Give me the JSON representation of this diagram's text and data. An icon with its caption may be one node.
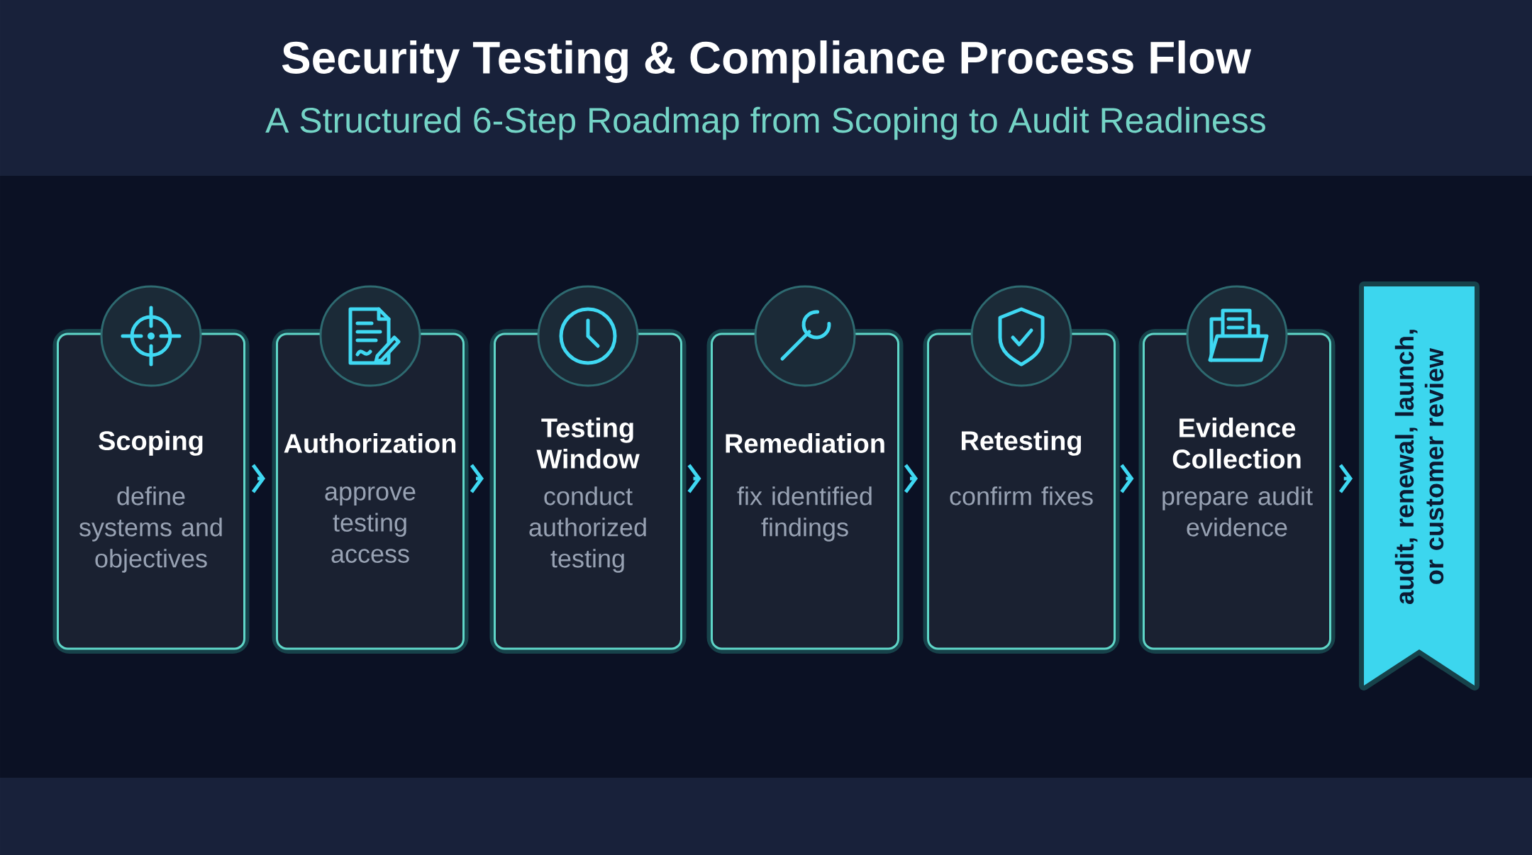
{
  "diagram": {
    "title": "Security Testing & Compliance Process Flow",
    "nodes": [
      {
        "text": [
          "Scoping",
          "define systems and objectives"
        ]
      },
      {
        "text": [
          "Authorization",
          "approve testing access"
        ]
      },
      {
        "text": [
          "Testing Window",
          "conduct authorized testing"
        ]
      },
      {
        "text": [
          "Remediation",
          "fix identified findings"
        ]
      },
      {
        "text": [
          "Retesting",
          "confirm fixes"
        ]
      },
      {
        "text": [
          "Evidence Collection",
          "prepare audit evidence"
        ]
      },
      {
        "text": [
          "audit, renewal, launch, or customer review"
        ]
      }
    ],
    "edges": [
      {
        "from": 0,
        "to": 1,
        "arrow": "to"
      },
      {
        "from": 1,
        "to": 2,
        "arrow": "to"
      },
      {
        "from": 2,
        "to": 3,
        "arrow": "to"
      },
      {
        "from": 3,
        "to": 4,
        "arrow": "to"
      },
      {
        "from": 4,
        "to": 5,
        "arrow": "to"
      },
      {
        "from": 5,
        "to": 6,
        "arrow": "to"
      }
    ],
    "labels": [
      "A Structured 6-Step Roadmap from Scoping to Audit Readiness"
    ]
  }
}
